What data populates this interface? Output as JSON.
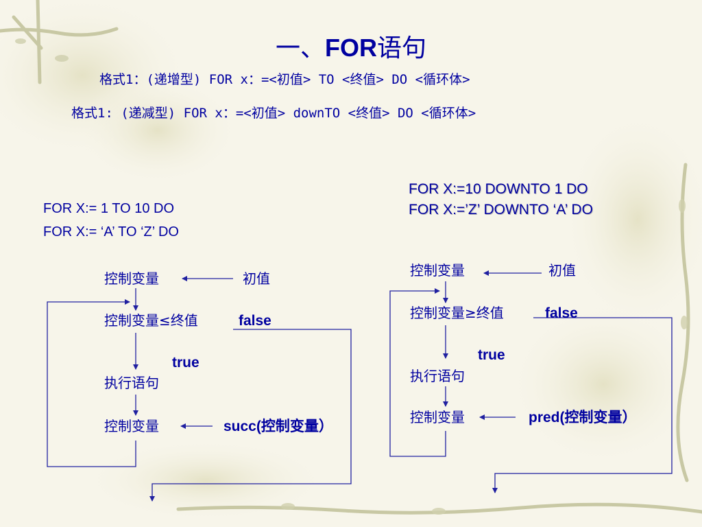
{
  "title": {
    "prefix": "一、",
    "keyword": "FOR",
    "suffix": "语句"
  },
  "formats": {
    "line1": "格式1：(递增型) FOR x：=<初值> TO <终值> DO  <循环体>",
    "line2": "格式1:  (递减型)  FOR x：=<初值> downTO <终值> DO  <循环体>"
  },
  "left": {
    "examples": [
      "FOR  X:= 1  TO  10  DO",
      "FOR  X:= ‘A’  TO  ‘Z’  DO"
    ],
    "flow": {
      "var": "控制变量",
      "init": "初值",
      "cond": "控制变量≤终值",
      "false_label": "false",
      "true_label": "true",
      "exec": "执行语句",
      "var2": "控制变量",
      "update": "succ(控制变量）"
    }
  },
  "right": {
    "examples": [
      "FOR  X:=10  DOWNTO  1  DO",
      "FOR  X:=’Z’  DOWNTO  ‘A’  DO"
    ],
    "flow": {
      "var": "控制变量",
      "init": "初值",
      "cond": "控制变量≥终值",
      "false_label": "false",
      "true_label": "true",
      "exec": "执行语句",
      "var2": "控制变量",
      "update": "pred(控制变量）"
    }
  },
  "colors": {
    "text": "#0000a0",
    "line": "#2020a0",
    "background": "#f7f5ea",
    "vine": "#c8c8a4"
  }
}
